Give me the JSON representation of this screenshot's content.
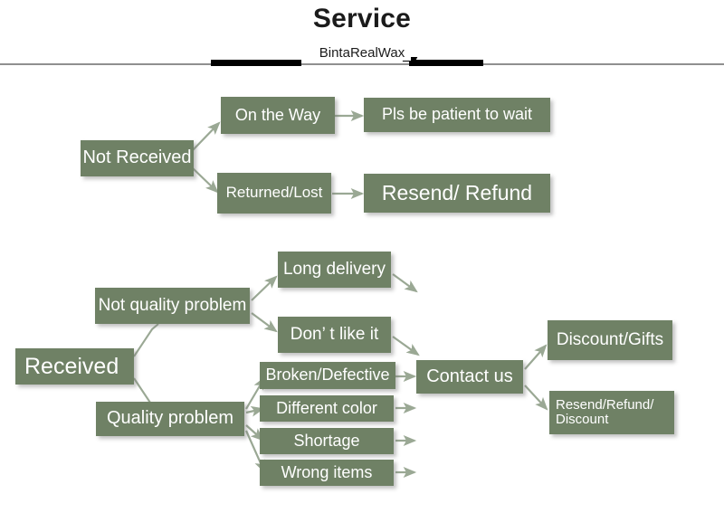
{
  "header": {
    "title": "Service",
    "brand": "BintaRealWax"
  },
  "colors": {
    "box_fill": "#6f8165",
    "box_text": "#ffffff",
    "arrow": "#9aa894",
    "rule": "#8f8f8f",
    "bar": "#000000",
    "background": "#ffffff"
  },
  "flow_not_received": {
    "root": "Not Received",
    "branches": [
      {
        "cause": "On the Way",
        "action": "Pls be patient to wait"
      },
      {
        "cause": "Returned/Lost",
        "action": "Resend/ Refund"
      }
    ]
  },
  "flow_received": {
    "root": "Received",
    "categories": [
      {
        "label": "Not quality problem",
        "issues": [
          "Long delivery",
          "Don’  t like it"
        ]
      },
      {
        "label": "Quality problem",
        "issues": [
          "Broken/Defective",
          "Different color",
          "Shortage",
          "Wrong items"
        ]
      }
    ],
    "hub": "Contact us",
    "outcomes": [
      "Discount/Gifts",
      "Resend/Refund/\nDiscount"
    ]
  }
}
